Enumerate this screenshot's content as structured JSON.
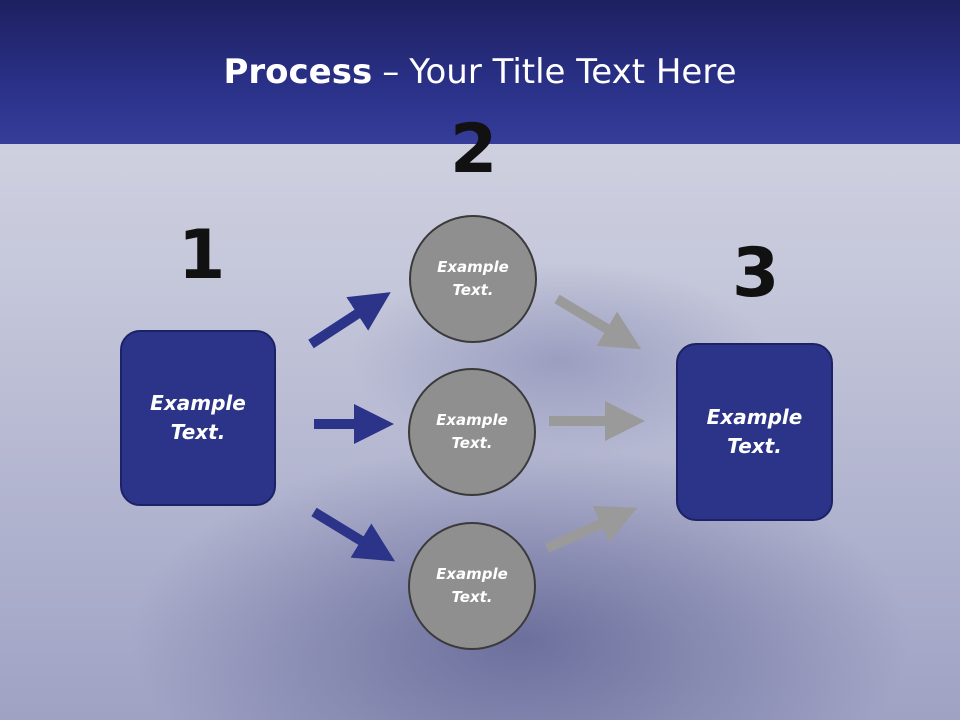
{
  "title": {
    "bold": "Process",
    "dash": "–",
    "rest": "Your Title Text Here"
  },
  "steps": {
    "one": "1",
    "two": "2",
    "three": "3"
  },
  "left_box": {
    "line1": "Example",
    "line2": "Text."
  },
  "right_box": {
    "line1": "Example",
    "line2": "Text."
  },
  "circles": [
    {
      "line1": "Example",
      "line2": "Text."
    },
    {
      "line1": "Example",
      "line2": "Text."
    },
    {
      "line1": "Example",
      "line2": "Text."
    }
  ],
  "colors": {
    "header": "#2a3188",
    "box": "#2b3488",
    "circle": "#8f8f8f",
    "arrow_in": "#2b3488",
    "arrow_out": "#9a9a9a"
  }
}
